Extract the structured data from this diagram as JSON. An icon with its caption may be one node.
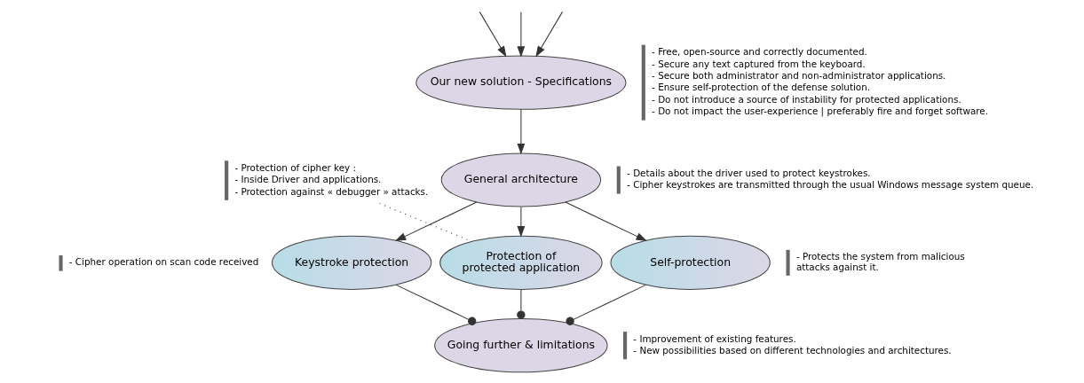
{
  "diagram": {
    "nodes": [
      {
        "text": [
          "Our new solution - Specifications"
        ],
        "beside": [
          "- Free, open-source and correctly documented.",
          "- Secure any text captured from the keyboard.",
          "- Secure both administrator and non-administrator applications.",
          "- Ensure self-protection of the defense solution.",
          "- Do not introduce a source of instability for protected applications.",
          "- Do not impact the user-experience | preferably fire and forget software."
        ]
      },
      {
        "text": [
          "General architecture"
        ],
        "beside": [
          "- Details about the driver used to protect keystrokes.",
          "- Cipher keystrokes are transmitted through the usual Windows message system queue."
        ]
      },
      {
        "text": [
          "Keystroke protection"
        ],
        "beside": [
          "- Cipher operation on scan code received"
        ]
      },
      {
        "text": [
          "Protection of protected application"
        ]
      },
      {
        "text": [
          "Self-protection"
        ],
        "beside": [
          "- Protects the system from malicious attacks against it."
        ]
      },
      {
        "text": [
          "Going further & limitations"
        ],
        "beside": [
          "- Improvement of existing features.",
          "- New possibilities based on different technologies and architectures."
        ]
      },
      {
        "text": [
          "- Protection of cipher key :",
          "- Inside Driver and applications.",
          "- Protection against « debugger » attacks."
        ]
      }
    ],
    "edges": [
      {
        "from": null,
        "to": 0,
        "arrow": "to"
      },
      {
        "from": null,
        "to": 0,
        "arrow": "to"
      },
      {
        "from": null,
        "to": 0,
        "arrow": "to"
      },
      {
        "from": 0,
        "to": 1,
        "arrow": "to"
      },
      {
        "from": 1,
        "to": 2,
        "arrow": "to"
      },
      {
        "from": 1,
        "to": 3,
        "arrow": "to"
      },
      {
        "from": 1,
        "to": 4,
        "arrow": "to"
      },
      {
        "from": 6,
        "to": 3,
        "arrow": "none",
        "style": "dashed"
      },
      {
        "from": 2,
        "to": 5,
        "arrow": "other"
      },
      {
        "from": 3,
        "to": 5,
        "arrow": "other"
      },
      {
        "from": 4,
        "to": 5,
        "arrow": "other"
      }
    ]
  }
}
